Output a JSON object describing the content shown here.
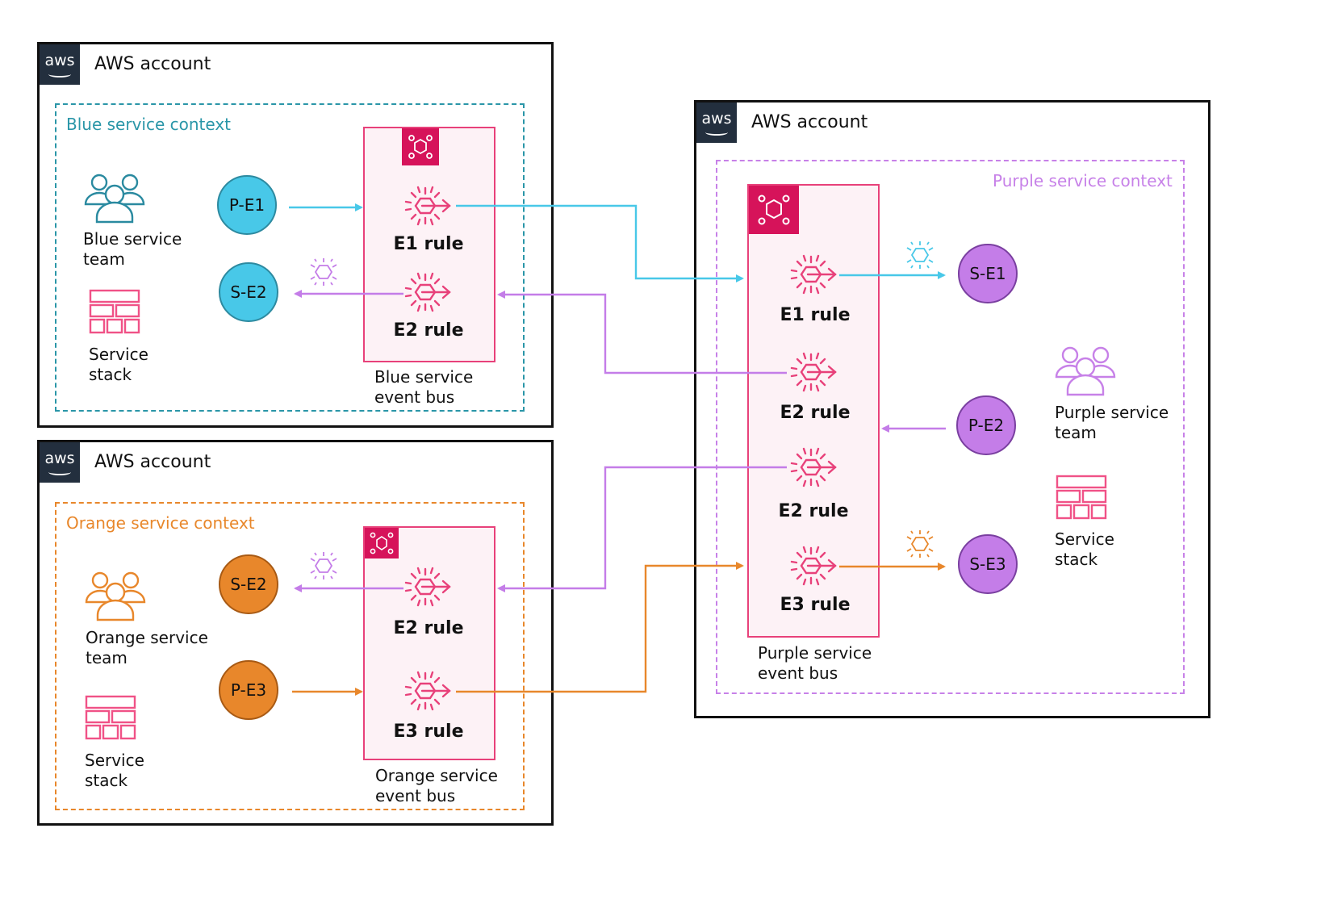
{
  "accounts": {
    "blue": {
      "title": "AWS account",
      "logo": "aws"
    },
    "orange": {
      "title": "AWS account",
      "logo": "aws"
    },
    "purple": {
      "title": "AWS account",
      "logo": "aws"
    }
  },
  "contexts": {
    "blue": {
      "label": "Blue service context",
      "color": "#2a96a8"
    },
    "orange": {
      "label": "Orange service context",
      "color": "#e8872b"
    },
    "purple": {
      "label": "Purple service context",
      "color": "#c781e8"
    }
  },
  "teams": {
    "blue": {
      "line1": "Blue service",
      "line2": "team",
      "color": "#2a8aa0"
    },
    "orange": {
      "line1": "Orange service",
      "line2": "team",
      "color": "#e8872b"
    },
    "purple": {
      "line1": "Purple service",
      "line2": "team",
      "color": "#c781e8"
    }
  },
  "stacks": {
    "blue": {
      "line1": "Service",
      "line2": "stack"
    },
    "orange": {
      "line1": "Service",
      "line2": "stack"
    },
    "purple": {
      "line1": "Service",
      "line2": "stack"
    }
  },
  "buses": {
    "blue": {
      "line1": "Blue service",
      "line2": "event bus"
    },
    "orange": {
      "line1": "Orange service",
      "line2": "event bus"
    },
    "purple": {
      "line1": "Purple service",
      "line2": "event bus"
    }
  },
  "rules": {
    "blue_e1": "E1 rule",
    "blue_e2": "E2 rule",
    "orange_e2": "E2 rule",
    "orange_e3": "E3 rule",
    "purple_e1": "E1 rule",
    "purple_e2a": "E2 rule",
    "purple_e2b": "E2 rule",
    "purple_e3": "E3 rule"
  },
  "nodes": {
    "blue_pe1": "P-E1",
    "blue_se2": "S-E2",
    "orange_se2": "S-E2",
    "orange_pe3": "P-E3",
    "purple_se1": "S-E1",
    "purple_pe2": "P-E2",
    "purple_se3": "S-E3"
  },
  "colors": {
    "blue_event": "#48c8e8",
    "purple_event": "#c47de8",
    "orange_event": "#e8872b",
    "rule_pink": "#e8417a",
    "stack_pink": "#f05287"
  }
}
